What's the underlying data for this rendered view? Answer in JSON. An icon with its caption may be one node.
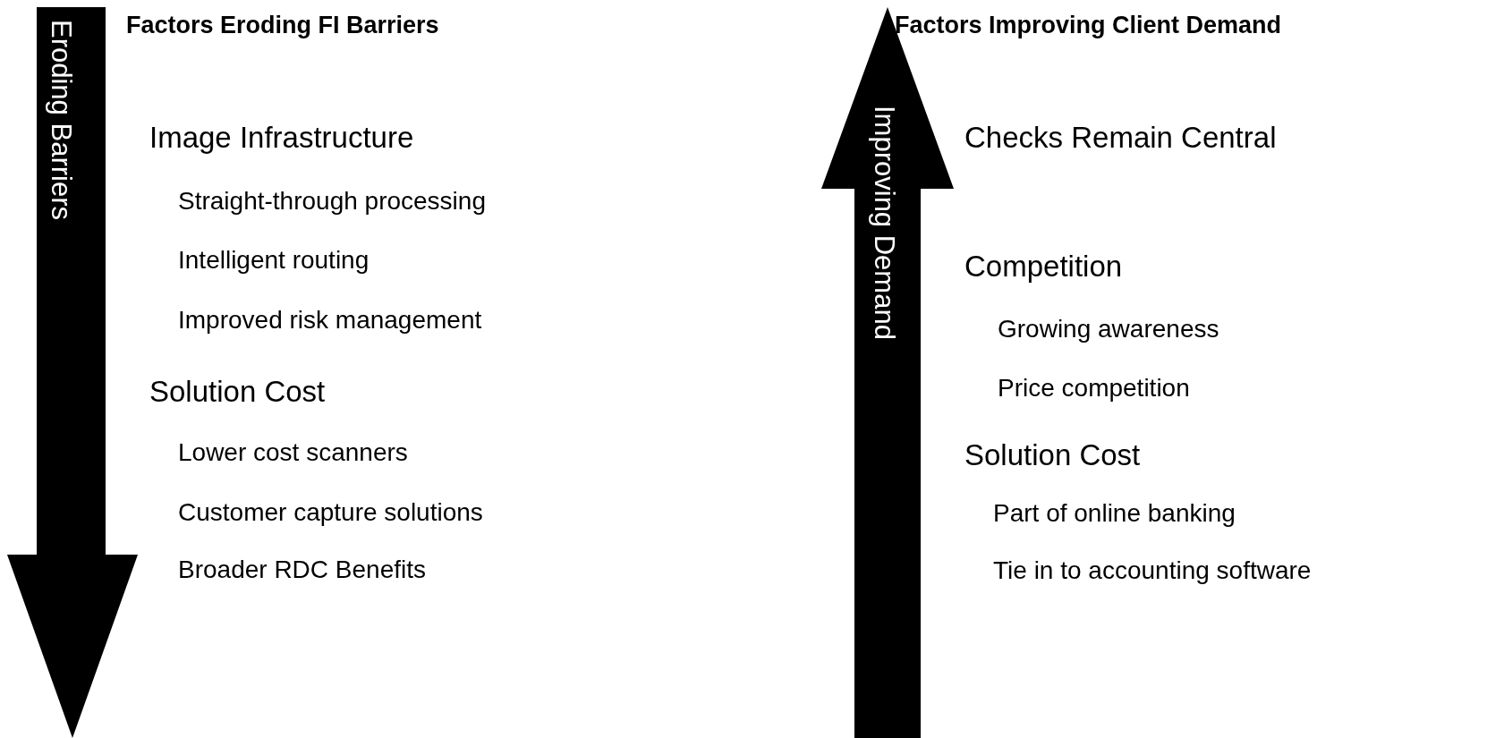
{
  "diagram": {
    "nodes": [
      {
        "text": [
          "Eroding Barriers"
        ]
      },
      {
        "text": [
          "Improving Demand"
        ]
      }
    ],
    "labels": [
      "Factors Eroding FI Barriers",
      "Factors Improving Client Demand",
      "Image Infrastructure",
      "Straight-through processing",
      "Intelligent routing",
      "Improved risk management",
      "Solution Cost",
      "Lower cost scanners",
      "Customer capture solutions",
      "Broader RDC Benefits",
      "Checks Remain Central",
      "Competition",
      "Growing awareness",
      "Price competition",
      "Solution Cost",
      "Part of online banking",
      "Tie in to accounting software"
    ]
  }
}
